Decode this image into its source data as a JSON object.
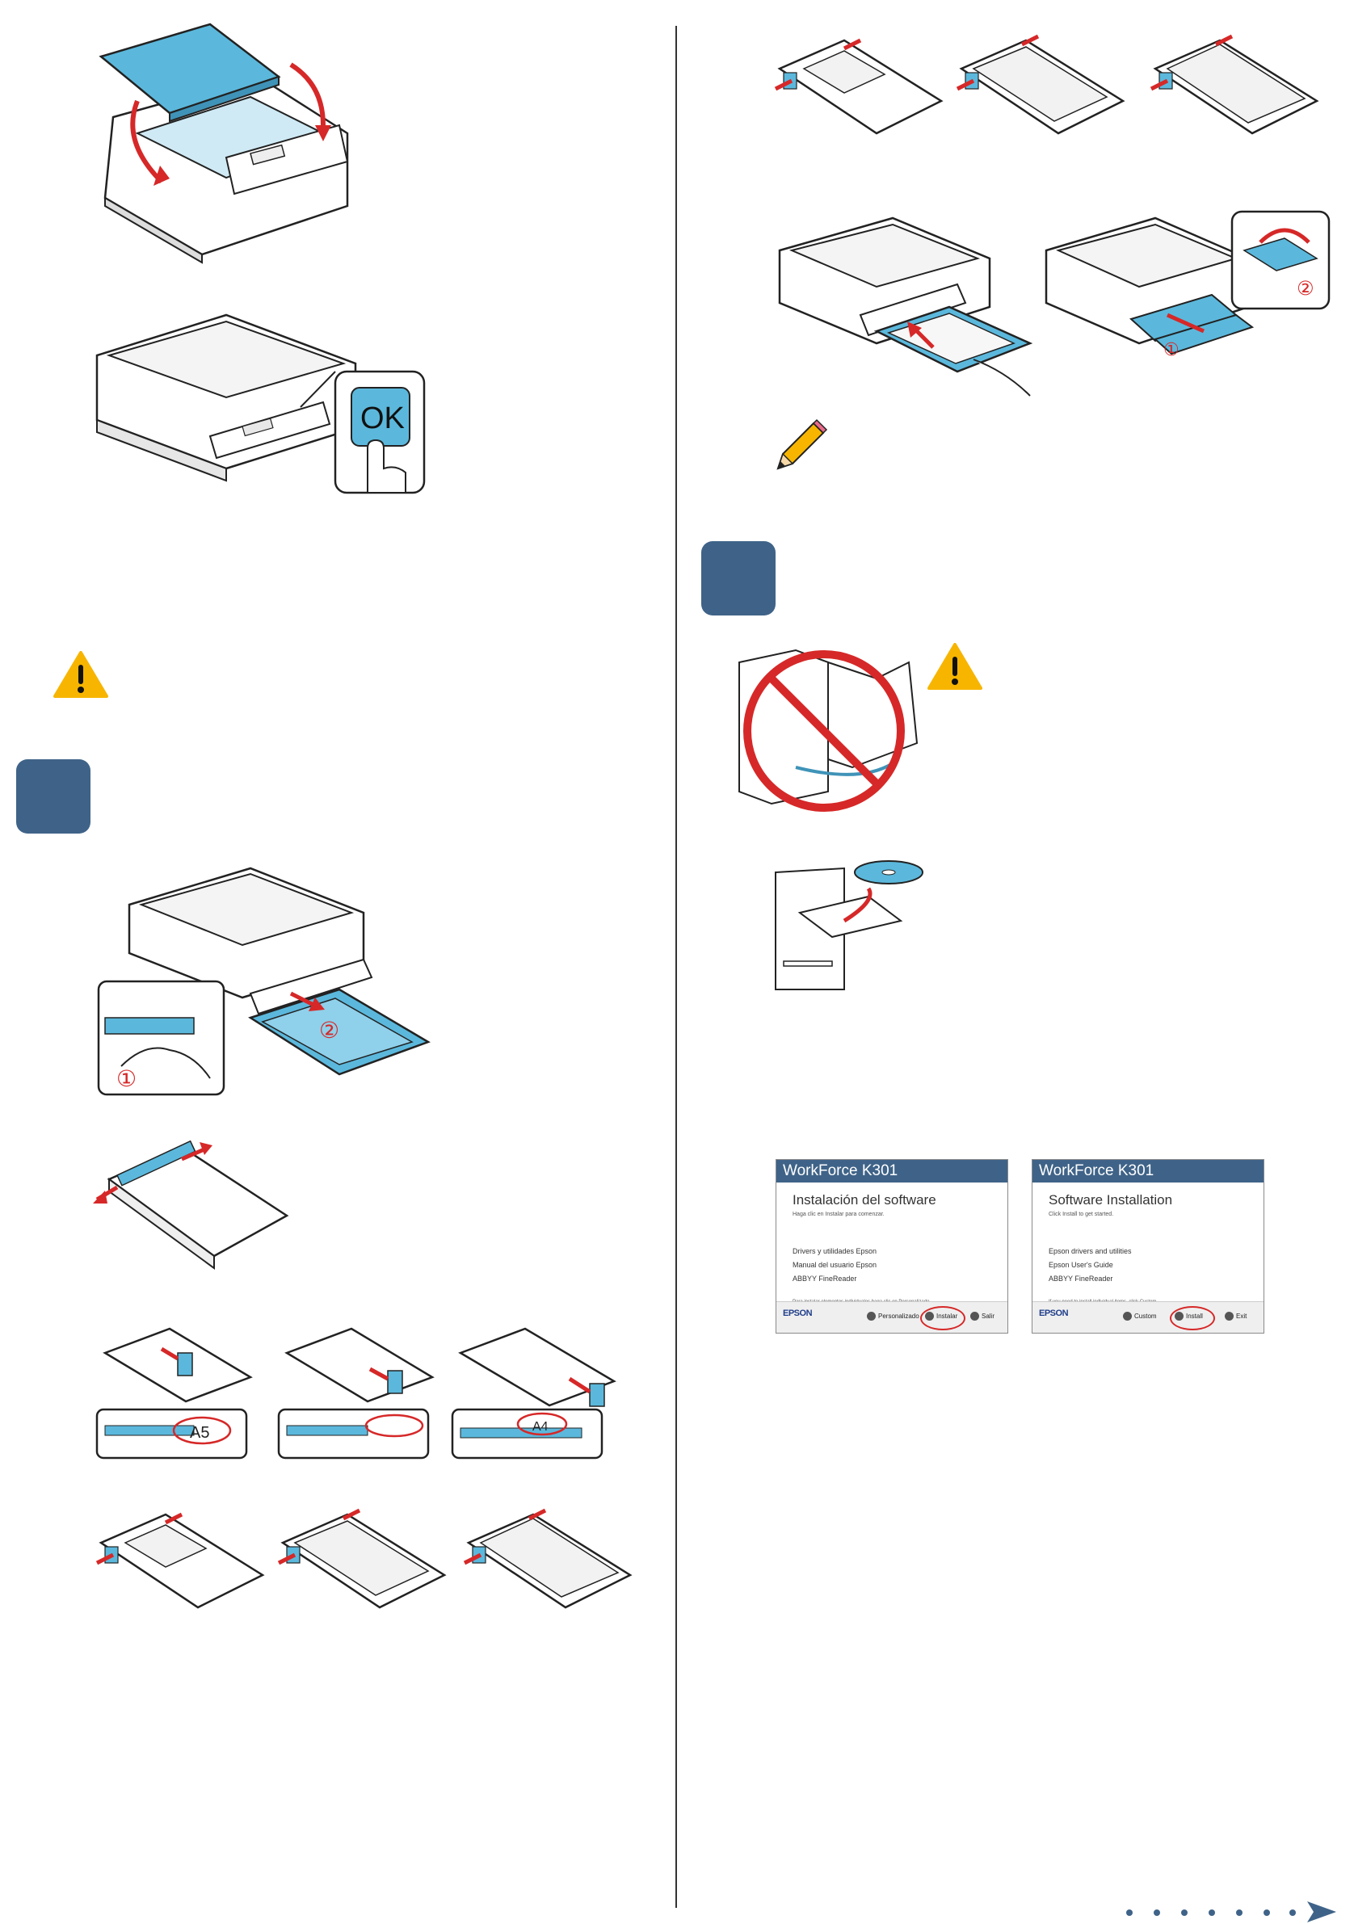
{
  "callouts": {
    "ok_key": "OK",
    "num_1": "①",
    "num_2": "②"
  },
  "tray_labels": {
    "a5": "A5",
    "a4": "A4"
  },
  "installer": {
    "spanish": {
      "title": "WorkForce K301",
      "heading": "Instalación del software",
      "subtitle": "Haga clic en Instalar para comenzar.",
      "items": [
        "Drivers y utilidades Epson",
        "Manual del usuario Epson",
        "ABBYY FineReader"
      ],
      "note": "Para instalar elementos individuales haga clic en Personalizado",
      "logo": "EPSON",
      "buttons": [
        "Personalizado",
        "Instalar",
        "Salir"
      ]
    },
    "english": {
      "title": "WorkForce K301",
      "heading": "Software Installation",
      "subtitle": "Click Install to get started.",
      "items": [
        "Epson drivers and utilities",
        "Epson User's Guide",
        "ABBYY FineReader"
      ],
      "note": "If you need to install individual items, click Custom",
      "logo": "EPSON",
      "buttons": [
        "Custom",
        "Install",
        "Exit"
      ]
    }
  },
  "colors": {
    "accent_blue": "#3f6388",
    "illustration_blue": "#5bb8dc",
    "arrow_red": "#d62828",
    "warning_yellow": "#f7b500"
  },
  "icons": [
    "warning-icon",
    "pencil-note-icon",
    "no-usb-icon",
    "cd-disc-icon",
    "next-arrow-icon"
  ]
}
